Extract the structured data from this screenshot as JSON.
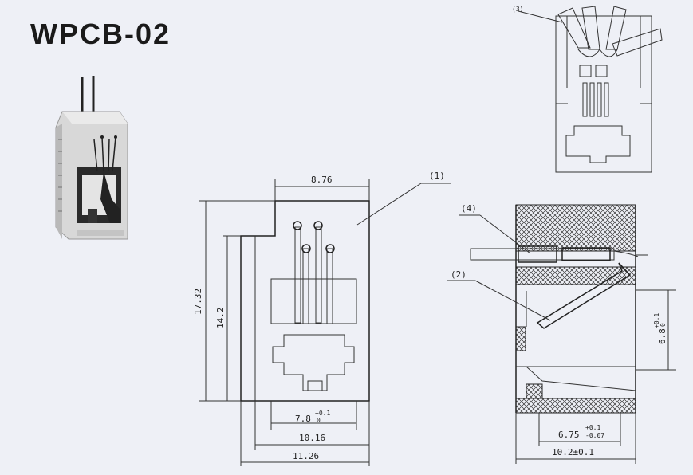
{
  "title": "WPCB-02",
  "callouts": {
    "c1": "(1)",
    "c2": "(2)",
    "c3": "(3)",
    "c4": "(4)"
  },
  "dimensions": {
    "top_width": "8.76",
    "overall_height": "17.32",
    "inner_height": "14.2",
    "bottom_inner": "7.8",
    "bottom_inner_tol_upper": "+0.1",
    "bottom_inner_tol_lower": "0",
    "width_mid": "10.16",
    "width_overall": "11.26",
    "side_height": "6.8",
    "side_height_tol_upper": "+0.1",
    "side_height_tol_lower": "0",
    "side_inner": "6.75",
    "side_inner_tol_upper": "+0.1",
    "side_inner_tol_lower": "-0.07",
    "side_overall": "10.2±0.1"
  },
  "colors": {
    "background": "#eef0f6",
    "line": "#333333",
    "photo_body": "#d8d8d8"
  }
}
